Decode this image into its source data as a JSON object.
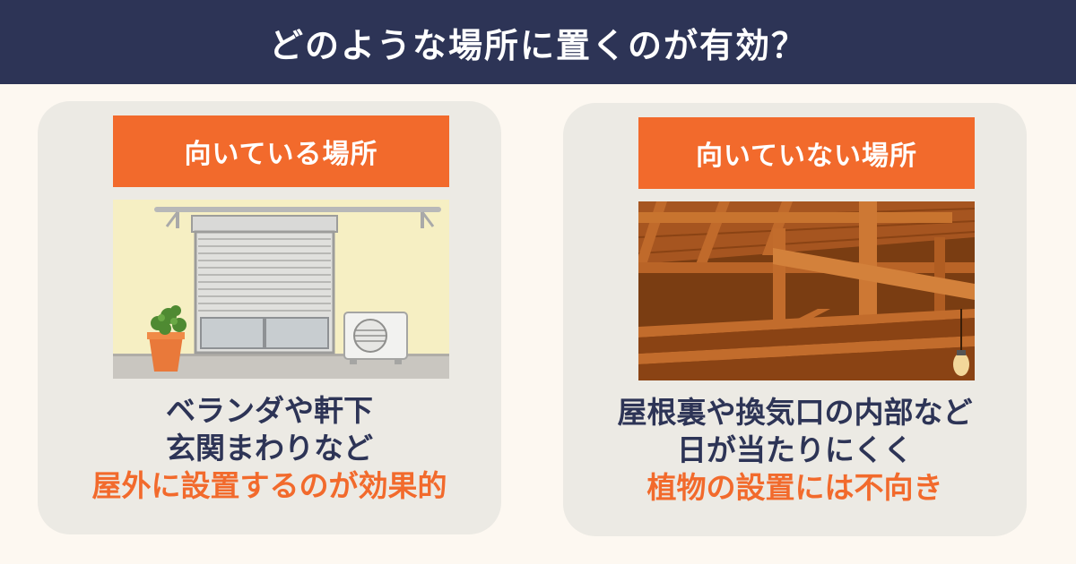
{
  "header": {
    "title": "どのような場所に置くのが有効？"
  },
  "cards": [
    {
      "label": "向いている場所",
      "lines": [
        "ベランダや軒下",
        "玄関まわりなど"
      ],
      "accent_line": "屋外に設置するのが効果的",
      "illustration": "veranda-illustration"
    },
    {
      "label": "向いていない場所",
      "lines": [
        "屋根裏や換気口の内部など",
        "日が当たりにくく"
      ],
      "accent_line": "植物の設置には不向き",
      "illustration": "attic-illustration"
    }
  ],
  "colors": {
    "header_bg": "#2d3456",
    "accent": "#f26a2c",
    "card_bg": "#eceae4",
    "page_bg": "#fdf8f1",
    "text": "#2d3456"
  }
}
